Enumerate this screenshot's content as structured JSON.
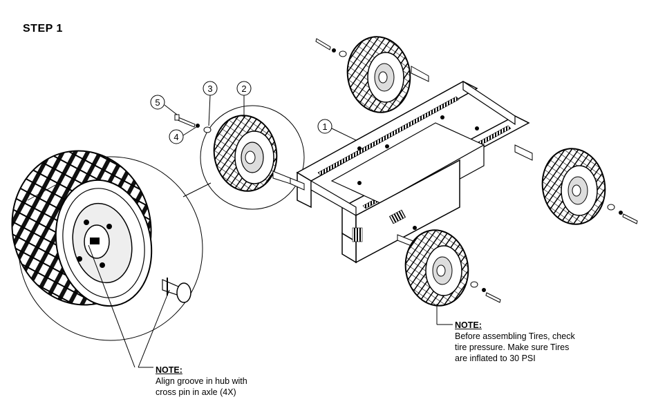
{
  "page": {
    "step_title": "STEP 1"
  },
  "callouts": [
    {
      "label": "1"
    },
    {
      "label": "2"
    },
    {
      "label": "3"
    },
    {
      "label": "4"
    },
    {
      "label": "5"
    }
  ],
  "notes": {
    "hub_note": {
      "heading": "NOTE:",
      "lines": [
        "Align groove in hub with",
        "cross pin in axle (4X)"
      ]
    },
    "tire_note": {
      "heading": "NOTE:",
      "lines": [
        "Before assembling Tires, check",
        "tire pressure.  Make sure Tires",
        "are inflated to 30 PSI"
      ]
    }
  }
}
